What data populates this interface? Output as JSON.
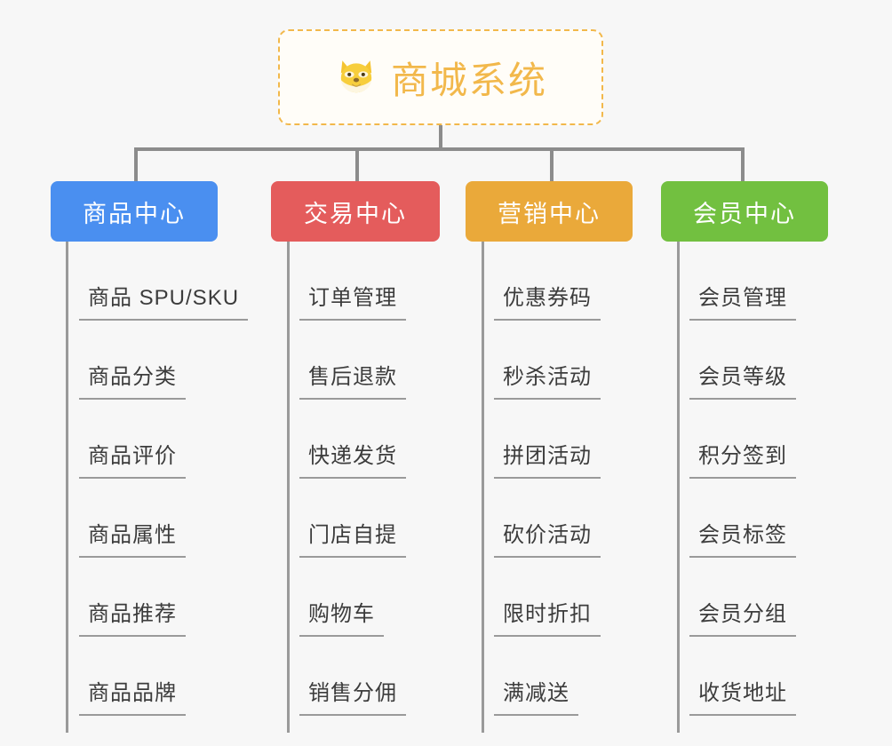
{
  "root": {
    "icon": "shiba-dog-face-icon",
    "title": "商城系统",
    "border_color": "#f2b84b",
    "text_color": "#f2b84b"
  },
  "connector": {
    "color": "#8c8c8c"
  },
  "columns": [
    {
      "id": "product-center",
      "label": "商品中心",
      "color": "#4a8ff0",
      "items": [
        "商品 SPU/SKU",
        "商品分类",
        "商品评价",
        "商品属性",
        "商品推荐",
        "商品品牌"
      ]
    },
    {
      "id": "trade-center",
      "label": "交易中心",
      "color": "#e45c5c",
      "items": [
        "订单管理",
        "售后退款",
        "快递发货",
        "门店自提",
        "购物车",
        "销售分佣"
      ]
    },
    {
      "id": "marketing-center",
      "label": "营销中心",
      "color": "#eaa93a",
      "items": [
        "优惠券码",
        "秒杀活动",
        "拼团活动",
        "砍价活动",
        "限时折扣",
        "满减送"
      ]
    },
    {
      "id": "member-center",
      "label": "会员中心",
      "color": "#72c040",
      "items": [
        "会员管理",
        "会员等级",
        "积分签到",
        "会员标签",
        "会员分组",
        "收货地址"
      ]
    }
  ]
}
